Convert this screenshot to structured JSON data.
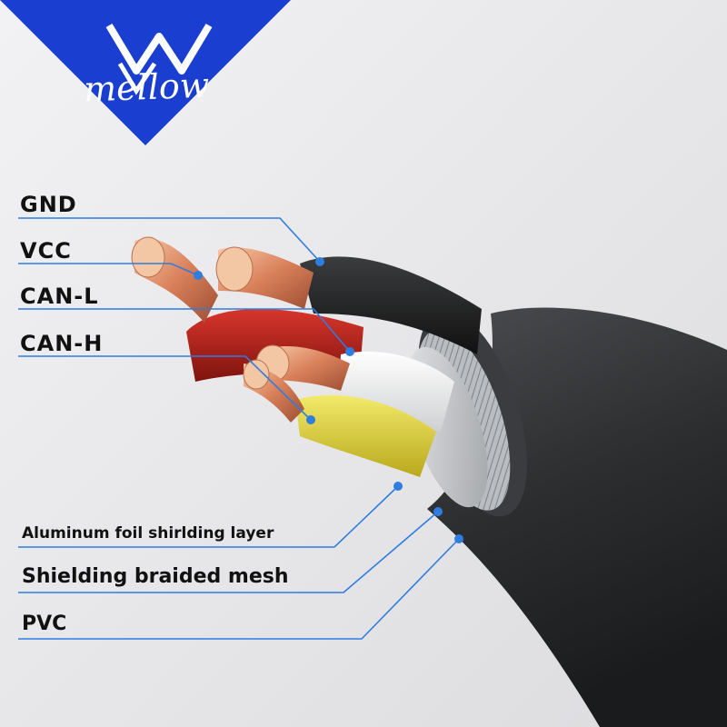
{
  "logo": {
    "text": "mellow",
    "color": "#1a3fd0"
  },
  "labels": {
    "gnd": "GND",
    "vcc": "VCC",
    "can_l": "CAN-L",
    "can_h": "CAN-H",
    "foil": "Aluminum foil shirlding layer",
    "braid": "Shielding braided mesh",
    "pvc": "PVC"
  },
  "colors": {
    "leader": "#2f7de0",
    "jacket": "#2b2d2f",
    "copper": "#d9855f",
    "red": "#b8241c",
    "white": "#f4f4f4",
    "yellow": "#e2d334",
    "black_core": "#222"
  }
}
